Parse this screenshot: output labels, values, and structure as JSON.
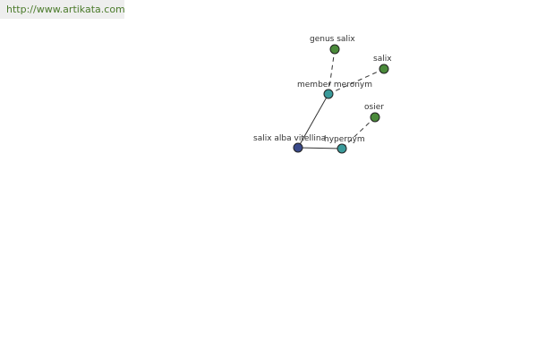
{
  "watermark": {
    "url": "http://www.artikata.com"
  },
  "graph": {
    "nodes": [
      {
        "id": "genus-salix",
        "label": "genus salix",
        "color": "#4a8a3a"
      },
      {
        "id": "salix",
        "label": "salix",
        "color": "#4a8a3a"
      },
      {
        "id": "member-meronym",
        "label": "member meronym",
        "color": "#3a9a9a"
      },
      {
        "id": "osier",
        "label": "osier",
        "color": "#4a8a3a"
      },
      {
        "id": "salix-alba-vitellina",
        "label": "salix alba vitellina",
        "color": "#3a4a8a"
      },
      {
        "id": "hypernym",
        "label": "hypernym",
        "color": "#3a9a9a"
      }
    ]
  }
}
